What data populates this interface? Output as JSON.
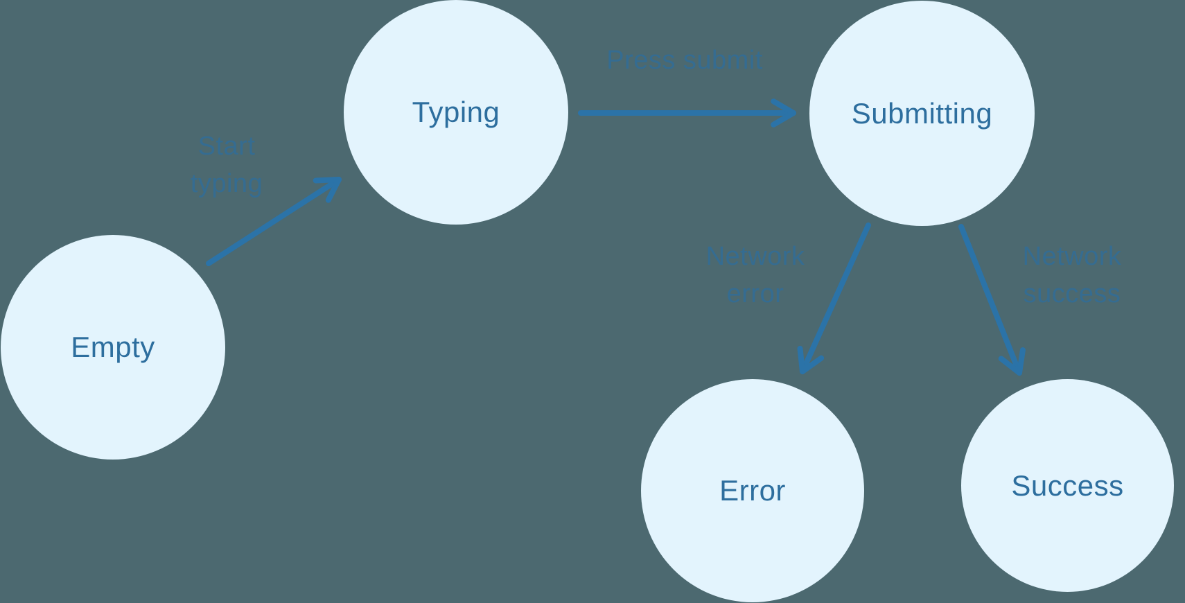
{
  "diagram": {
    "type": "state-machine",
    "nodes": [
      {
        "id": "empty",
        "label": "Empty"
      },
      {
        "id": "typing",
        "label": "Typing"
      },
      {
        "id": "submitting",
        "label": "Submitting"
      },
      {
        "id": "error",
        "label": "Error"
      },
      {
        "id": "success",
        "label": "Success"
      }
    ],
    "edges": [
      {
        "from": "empty",
        "to": "typing",
        "label": "Start typing"
      },
      {
        "from": "typing",
        "to": "submitting",
        "label": "Press submit"
      },
      {
        "from": "submitting",
        "to": "error",
        "label": "Network error"
      },
      {
        "from": "submitting",
        "to": "success",
        "label": "Network success"
      }
    ],
    "colors": {
      "background": "#4C6970",
      "node_fill": "#E3F4FD",
      "node_text": "#2D6E9E",
      "edge_label_text": "#2D6E9E",
      "arrow": "#2B73A8"
    }
  }
}
